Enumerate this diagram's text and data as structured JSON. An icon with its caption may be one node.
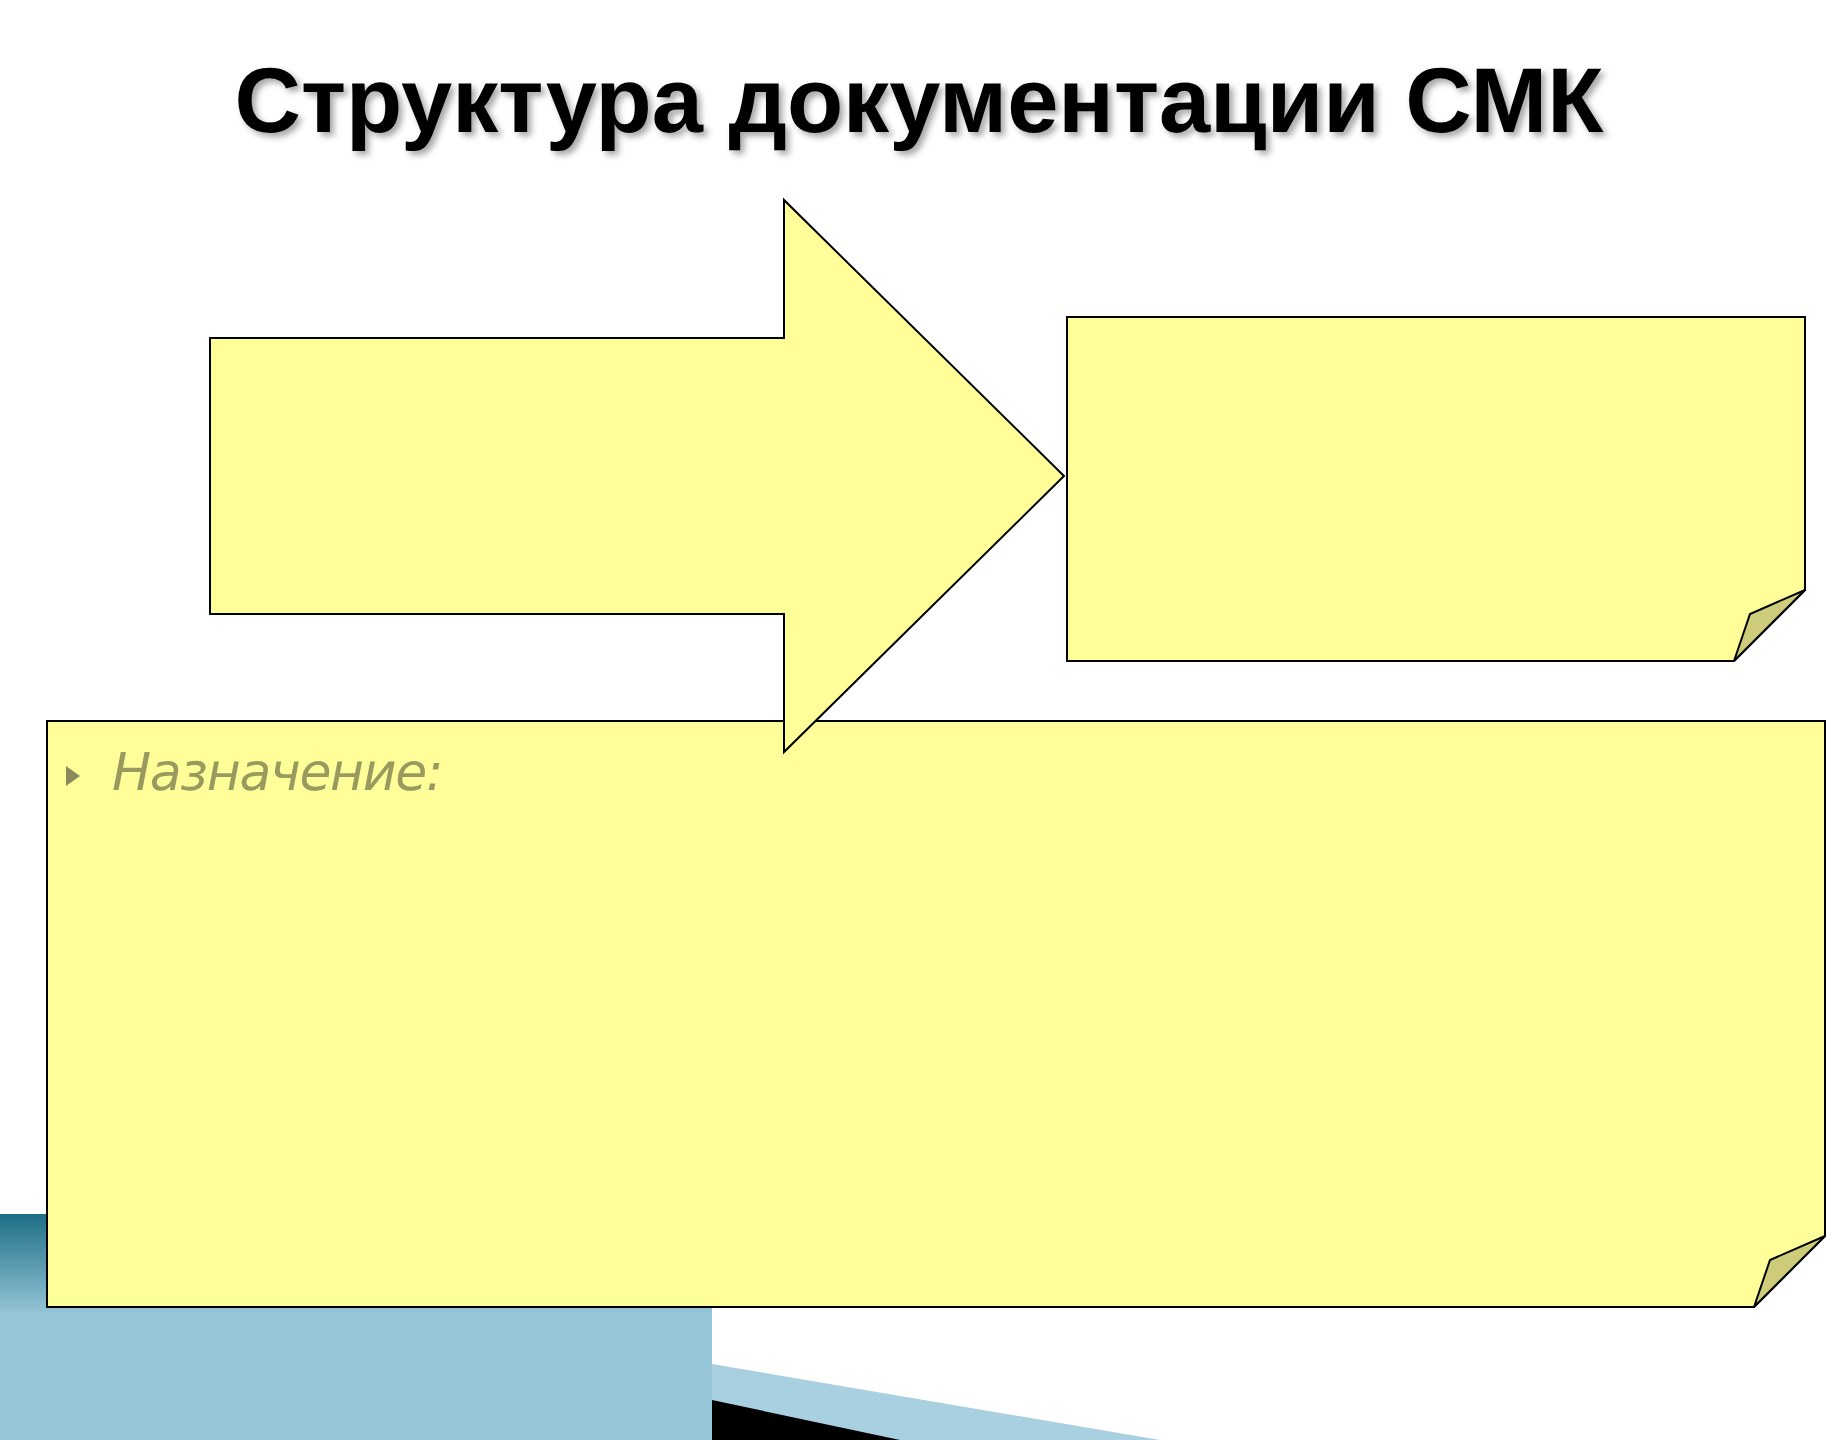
{
  "diagram": {
    "title": "Структура документации СМК",
    "nodes": [
      {
        "text": [],
        "shape": "box"
      },
      {
        "text": [
          "Назначение:"
        ]
      }
    ],
    "edges": [
      {
        "from": 1,
        "to": 0,
        "arrow": "to",
        "style": "thick"
      }
    ]
  }
}
